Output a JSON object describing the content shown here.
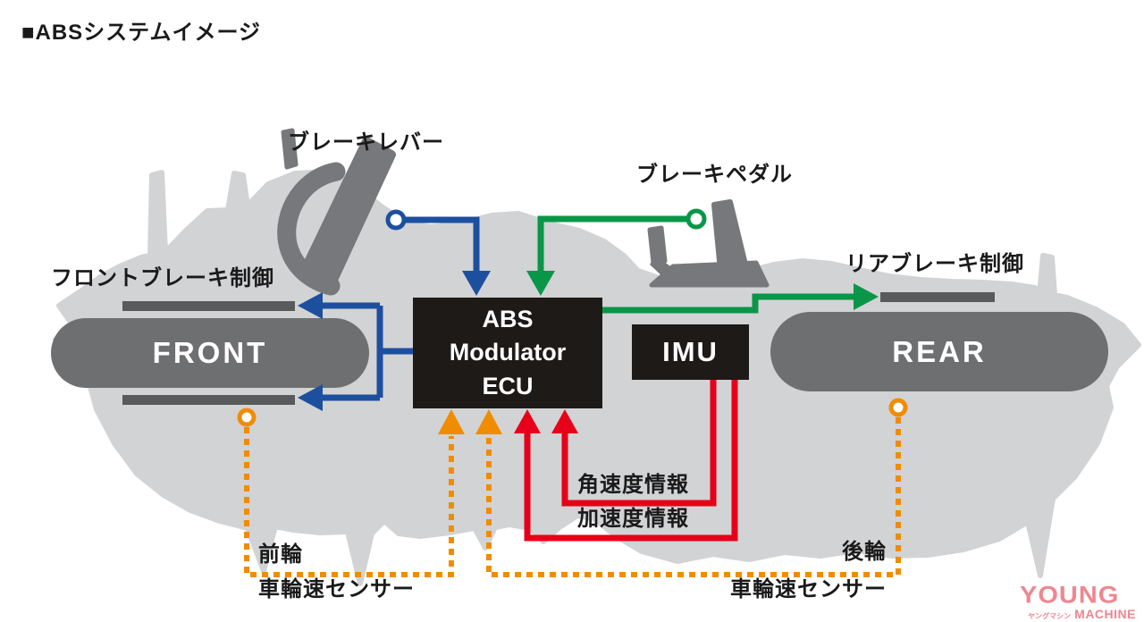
{
  "title": "■ABSシステムイメージ",
  "nodes": {
    "front": {
      "label": "FRONT"
    },
    "abs": {
      "line1": "ABS",
      "line2": "Modulator",
      "line3": "ECU"
    },
    "imu": {
      "label": "IMU"
    },
    "rear": {
      "label": "REAR"
    }
  },
  "labels": {
    "brake_lever": "ブレーキレバー",
    "brake_pedal": "ブレーキペダル",
    "front_brake_control": "フロントブレーキ制御",
    "rear_brake_control": "リアブレーキ制御",
    "angular_velocity": "角速度情報",
    "acceleration": "加速度情報",
    "front_wheel": "前輪",
    "front_wheel_sensor": "車輪速センサー",
    "rear_wheel": "後輪",
    "rear_wheel_sensor": "車輪速センサー"
  },
  "colors": {
    "front_brake_signal_blue": "#1d4f9f",
    "rear_brake_signal_green": "#0a9648",
    "imu_signal_red": "#e60019",
    "wheel_speed_signal_orange": "#f08c00",
    "motorcycle_silhouette": "#d2d3d5",
    "component_gray": "#77787b",
    "disc_bar_gray": "#595a5c",
    "node_pill_gray": "#6e6f71",
    "node_box_black": "#1e1a17",
    "watermark_pink": "#f0868f"
  },
  "watermark": {
    "young": "YOUNG",
    "katakana": "ヤングマシン",
    "machine": "MACHINE"
  }
}
